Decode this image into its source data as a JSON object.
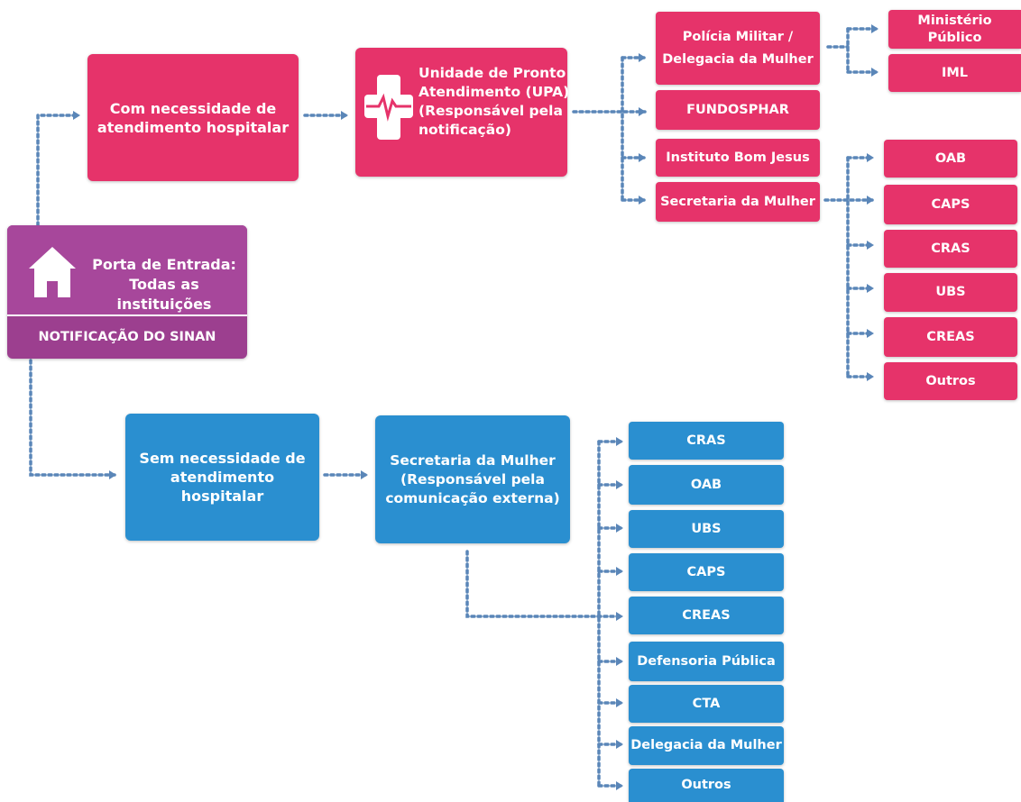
{
  "entry": {
    "title": "Porta de Entrada:\nTodas as instituições",
    "footer": "NOTIFICAÇÃO DO SINAN"
  },
  "branch_hospital": {
    "label": "Com necessidade de\natendimento hospitalar",
    "upa": "Unidade de Pronto\nAtendimento (UPA)\n(Responsável pela\nnotificação)",
    "destinations": [
      "Polícia Militar /\nDelegacia da Mulher",
      "FUNDOSPHAR",
      "Instituto Bom Jesus",
      "Secretaria da Mulher"
    ],
    "police_targets": [
      "Ministério Público",
      "IML"
    ],
    "secretaria_targets": [
      "OAB",
      "CAPS",
      "CRAS",
      "UBS",
      "CREAS",
      "Outros"
    ]
  },
  "branch_no_hospital": {
    "label": "Sem necessidade de\natendimento hospitalar",
    "secretaria": "Secretaria da Mulher\n(Responsável pela\ncomunicação externa)",
    "targets": [
      "CRAS",
      "OAB",
      "UBS",
      "CAPS",
      "CREAS",
      "Defensoria Pública",
      "CTA",
      "Delegacia da Mulher",
      "Outros"
    ]
  },
  "colors": {
    "pink": "#e6336a",
    "blue": "#2a8fd0",
    "purple": "#9c3f8f",
    "connector": "#5a86b8"
  },
  "icons": [
    "house-icon",
    "medical-cross-icon"
  ]
}
